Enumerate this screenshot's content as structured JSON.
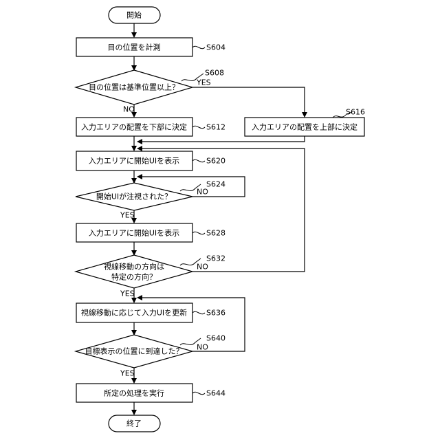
{
  "start": "開始",
  "end": "終了",
  "yes": "YES",
  "no": "NO",
  "steps": {
    "s604": {
      "label": "目の位置を計測",
      "id": "S604"
    },
    "s608": {
      "label": "目の位置は基準位置以上？",
      "id": "S608"
    },
    "s612": {
      "label": "入力エリアの配置を下部に決定",
      "id": "S612"
    },
    "s616": {
      "label": "入力エリアの配置を上部に決定",
      "id": "S616"
    },
    "s620": {
      "label": "入力エリアに開始UIを表示",
      "id": "S620"
    },
    "s624": {
      "label": "開始UIが注視された？",
      "id": "S624"
    },
    "s628": {
      "label": "入力エリアに開始UIを表示",
      "id": "S628"
    },
    "s632": {
      "label1": "視線移動の方向は",
      "label2": "特定の方向？",
      "id": "S632"
    },
    "s636": {
      "label": "視線移動に応じて入力UIを更新",
      "id": "S636"
    },
    "s640": {
      "label": "目標表示の位置に到達した？",
      "id": "S640"
    },
    "s644": {
      "label": "所定の処理を実行",
      "id": "S644"
    }
  }
}
